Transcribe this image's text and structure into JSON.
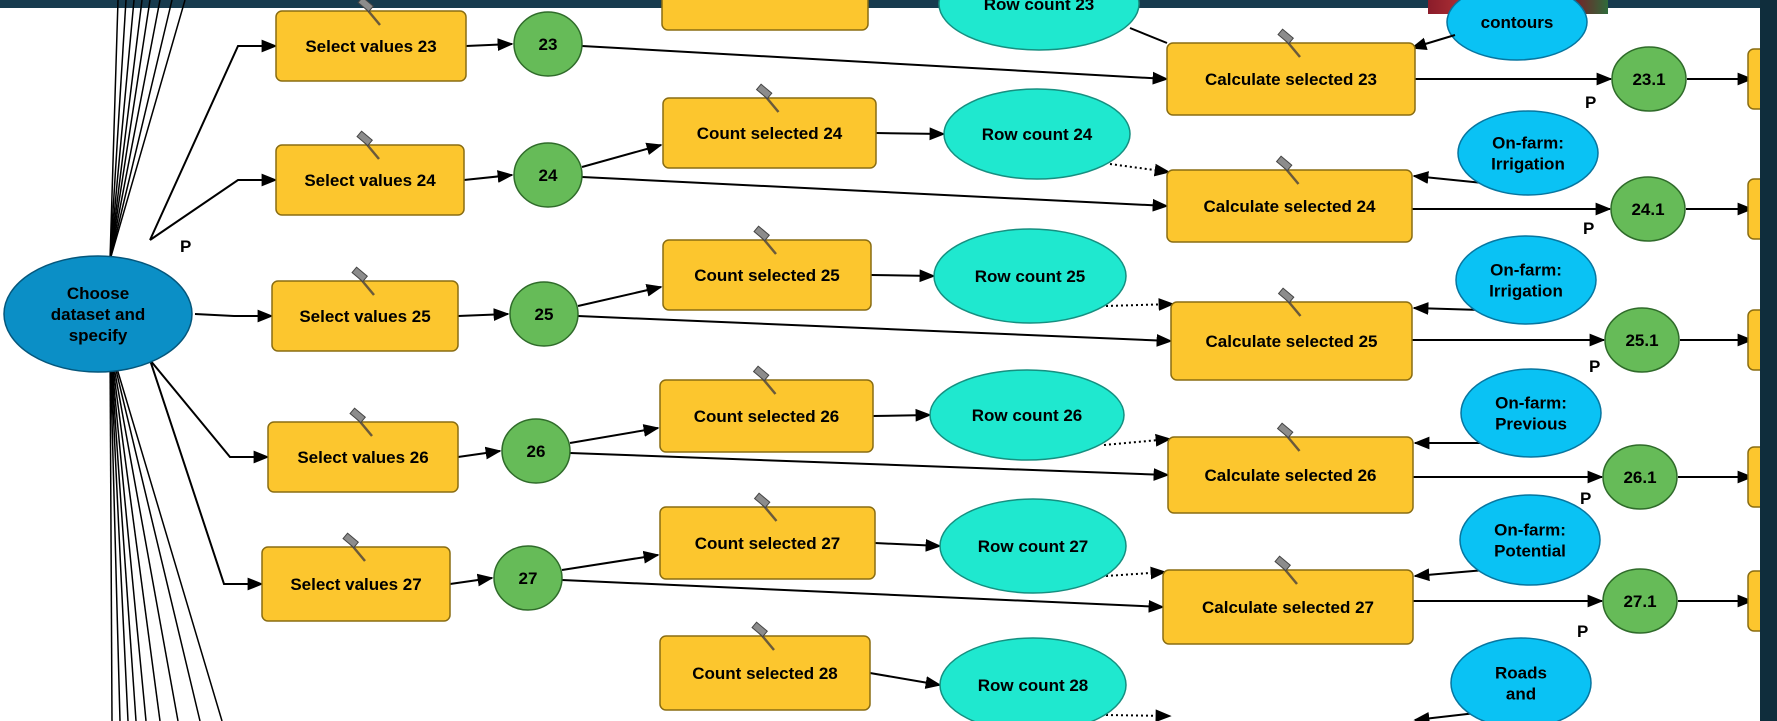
{
  "source_node": {
    "lines": [
      "Choose",
      "dataset and",
      "specify"
    ]
  },
  "label_P": "P",
  "partial_top": {
    "row_count_label": "Row count 23",
    "input_lines": [
      "contours"
    ]
  },
  "rows": [
    {
      "select": "Select values 23",
      "id": "23",
      "count": null,
      "rowcount": null,
      "calc": "Calculate selected 23",
      "out": "23.1",
      "input_lines": null
    },
    {
      "select": "Select values 24",
      "id": "24",
      "count": "Count selected 24",
      "rowcount": "Row count 24",
      "calc": "Calculate selected 24",
      "out": "24.1",
      "input_lines": [
        "On-farm:",
        "Irrigation"
      ]
    },
    {
      "select": "Select values 25",
      "id": "25",
      "count": "Count selected 25",
      "rowcount": "Row count 25",
      "calc": "Calculate selected 25",
      "out": "25.1",
      "input_lines": [
        "On-farm:",
        "Irrigation"
      ]
    },
    {
      "select": "Select values 26",
      "id": "26",
      "count": "Count selected 26",
      "rowcount": "Row count 26",
      "calc": "Calculate selected 26",
      "out": "26.1",
      "input_lines": [
        "On-farm:",
        "Previous"
      ]
    },
    {
      "select": "Select values 27",
      "id": "27",
      "count": "Count selected 27",
      "rowcount": "Row count 27",
      "calc": "Calculate selected 27",
      "out": "27.1",
      "input_lines": [
        "On-farm:",
        "Potential"
      ]
    },
    {
      "select": null,
      "id": null,
      "count": "Count selected 28",
      "rowcount": "Row count 28",
      "calc": null,
      "out": null,
      "input_lines": [
        "Roads",
        "and"
      ]
    }
  ],
  "colors": {
    "tool": "#fcc62e",
    "tool_border": "#8a6d12",
    "data": "#66bb58",
    "data_border": "#2f6b2a",
    "rowcount": "#1fe8cf",
    "rowcount_border": "#168f80",
    "input": "#0ac2f4",
    "input_border": "#0776a0",
    "source": "#0b8fc6",
    "source_border": "#05577c",
    "background_dark": "#0f2d3c"
  }
}
